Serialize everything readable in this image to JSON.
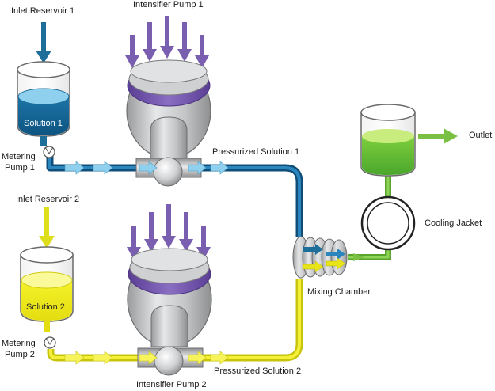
{
  "labels": {
    "inlet_reservoir_1": "Inlet Reservoir 1",
    "intensifier_pump_1": "Intensifier Pump 1",
    "solution_1": "Solution 1",
    "metering_pump_1_line1": "Metering",
    "metering_pump_1_line2": "Pump 1",
    "pressurized_solution_1": "Pressurized Solution 1",
    "outlet": "Outlet",
    "inlet_reservoir_2": "Inlet Reservoir 2",
    "cooling_jacket": "Cooling Jacket",
    "mixing_chamber": "Mixing Chamber",
    "solution_2": "Solution 2",
    "metering_pump_2_line1": "Metering",
    "metering_pump_2_line2": "Pump 2",
    "pressurized_solution_2": "Pressurized Solution 2",
    "intensifier_pump_2": "Intensifier Pump 2"
  },
  "colors": {
    "solution_1_blue": "#1a6a9a",
    "solution_1_light": "#8ed0ee",
    "solution_2_yellow": "#f2ee1e",
    "solution_2_dark_line": "#d8d81a",
    "outlet_green": "#6cc43a",
    "pump_purple": "#7a5fb0",
    "pump_gray": "#c9cacc",
    "pipe_blue": "#1e6e9a",
    "pipe_yellow": "#e8e41a",
    "pipe_green": "#7ac143"
  }
}
